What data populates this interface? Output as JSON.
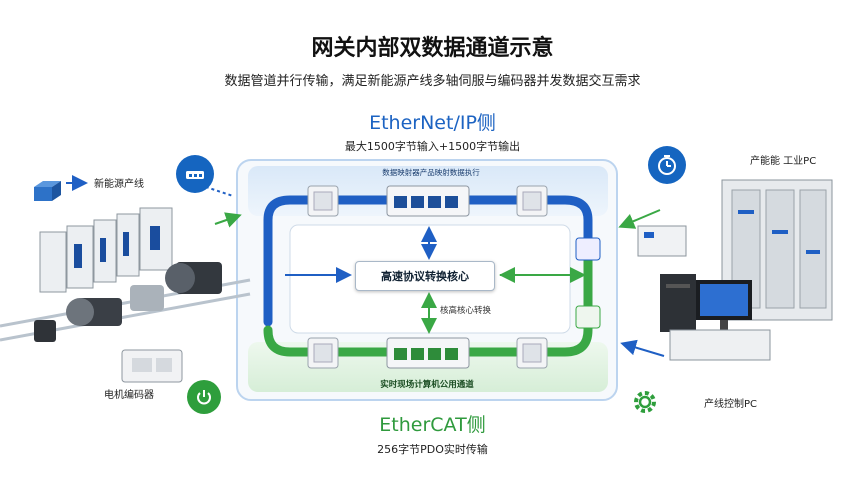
{
  "header": {
    "title": "网关内部双数据通道示意",
    "subtitle": "数据管道并行传输，满足新能源产线多轴伺服与编码器并发数据交互需求"
  },
  "ethernet_ip": {
    "title": "EtherNet/IP侧",
    "subtitle": "最大1500字节输入+1500字节输出",
    "band_label": "数据映射器产品映射数据执行"
  },
  "ethercat": {
    "title": "EtherCAT侧",
    "subtitle": "256字节PDO实时传输",
    "band_label": "实时现场计算机公用通道"
  },
  "core": {
    "label": "高速协议转换核心",
    "conversion_label": "核高核心转换"
  },
  "left": {
    "new_energy_line": "新能源产线",
    "encoder": "电机编码器"
  },
  "right": {
    "industrial_pc": "产能能 工业PC",
    "line_control_pc": "产线控制PC"
  },
  "colors": {
    "blue_loop": "#1f5fc4",
    "green_loop": "#3aa845",
    "blue_circle": "#1565c0",
    "green_circle": "#2e9e3c"
  }
}
